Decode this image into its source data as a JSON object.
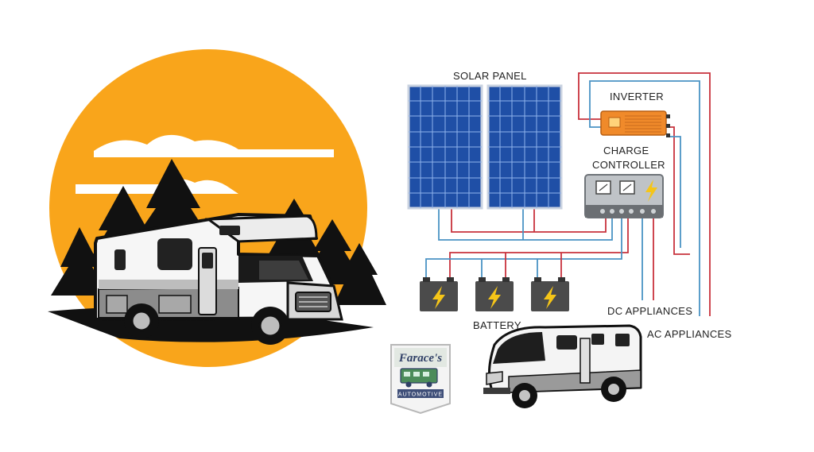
{
  "labels": {
    "solar_panel": "SOLAR PANEL",
    "inverter": "INVERTER",
    "charge_controller_1": "CHARGE",
    "charge_controller_2": "CONTROLLER",
    "battery": "BATTERY",
    "dc_appliances": "DC APPLIANCES",
    "ac_appliances": "AC APPLIANCES"
  },
  "logo": {
    "name": "Farace's",
    "tagline": "AUTOMOTIVE"
  },
  "icons": {
    "sun": "sun-icon",
    "trees": "pine-tree-icon",
    "rv_left": "motorhome-icon",
    "rv_right": "camper-van-icon",
    "panel": "solar-panel-icon",
    "inverter": "inverter-icon",
    "controller": "charge-controller-icon",
    "battery": "battery-icon"
  },
  "colors": {
    "sun": "#f9a51b",
    "positive_wire": "#c8323c",
    "negative_wire": "#4a93c4",
    "panel": "#2d5db8",
    "inverter": "#f08a2a",
    "battery": "#4b4b4b",
    "bolt": "#f5c518"
  }
}
